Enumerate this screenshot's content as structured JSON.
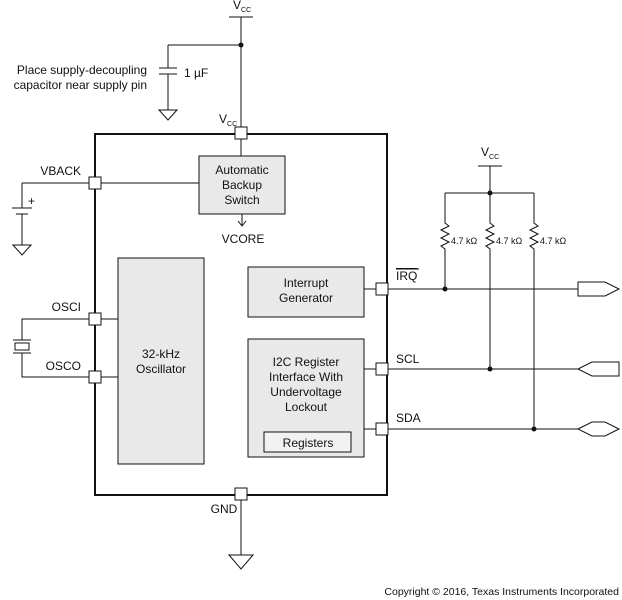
{
  "supply": {
    "vcc_main": "V",
    "vcc_sub": "CC"
  },
  "decoupling": {
    "note_line1": "Place supply-decoupling",
    "note_line2": "capacitor near supply pin",
    "cap_value": "1 µF"
  },
  "chip": {
    "vcc_pin_label": "V",
    "vcc_pin_sub": "CC",
    "gnd_label": "GND",
    "vcore_label": "VCORE",
    "pins": {
      "vback": "VBACK",
      "osci": "OSCI",
      "osco": "OSCO",
      "irq": "IRQ",
      "scl": "SCL",
      "sda": "SDA"
    },
    "blocks": {
      "backup_switch": [
        "Automatic",
        "Backup",
        "Switch"
      ],
      "oscillator": [
        "32-kHz",
        "Oscillator"
      ],
      "interrupt": [
        "Interrupt",
        "Generator"
      ],
      "i2c": [
        "I2C Register",
        "Interface With",
        "Undervoltage",
        "Lockout"
      ],
      "registers": "Registers"
    }
  },
  "pullups": {
    "vcc_main": "V",
    "vcc_sub": "CC",
    "values": [
      "4.7 kΩ",
      "4.7 kΩ",
      "4.7 kΩ"
    ]
  },
  "battery": {
    "plus": "+"
  },
  "copyright": "Copyright © 2016, Texas Instruments Incorporated"
}
